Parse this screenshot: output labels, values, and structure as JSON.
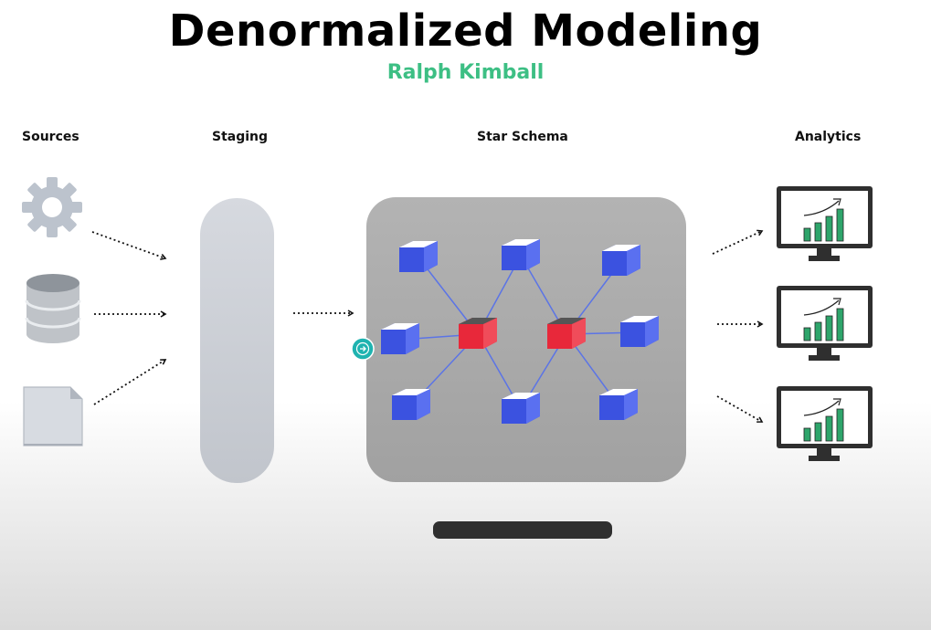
{
  "header": {
    "title": "Denormalized Modeling",
    "subtitle": "Ralph Kimball"
  },
  "columns": {
    "sources": "Sources",
    "staging": "Staging",
    "star_schema": "Star Schema",
    "analytics": "Analytics"
  },
  "sources": [
    {
      "icon": "gear-icon"
    },
    {
      "icon": "database-icon"
    },
    {
      "icon": "document-icon"
    }
  ],
  "star_schema": {
    "fact_tables": 2,
    "dimension_tables": 8
  },
  "analytics": [
    {
      "icon": "monitor-chart-icon"
    },
    {
      "icon": "monitor-chart-icon"
    },
    {
      "icon": "monitor-chart-icon"
    }
  ],
  "colors": {
    "subtitle": "#3dbf84",
    "fact_cube": "#e8283a",
    "dimension_cube": "#3b52e0",
    "link_line": "#5b74e6",
    "chart_bar": "#2ea56b",
    "nav_button": "#1fb3b0"
  }
}
